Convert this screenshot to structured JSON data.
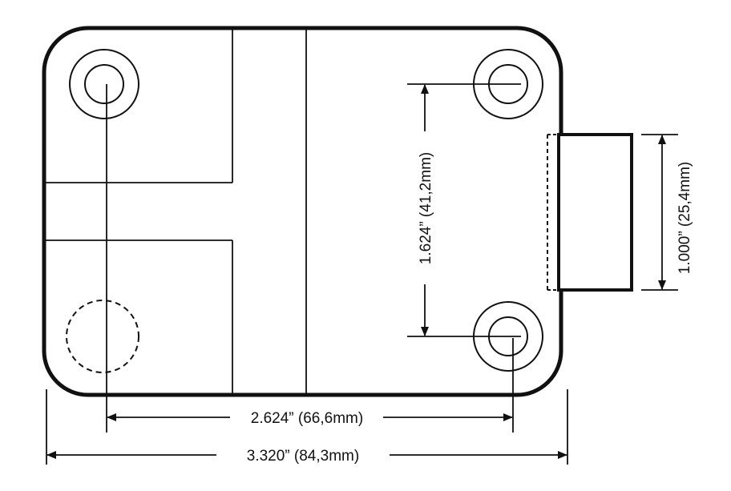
{
  "dimensions": {
    "mounting_hole_horizontal": "2.624” (66,6mm)",
    "overall_width": "3.320” (84,3mm)",
    "mounting_hole_vertical": "1.624” (41,2mm)",
    "bolt_height": "1.000” (25,4mm)"
  },
  "colors": {
    "line": "#111111",
    "background": "#ffffff"
  }
}
